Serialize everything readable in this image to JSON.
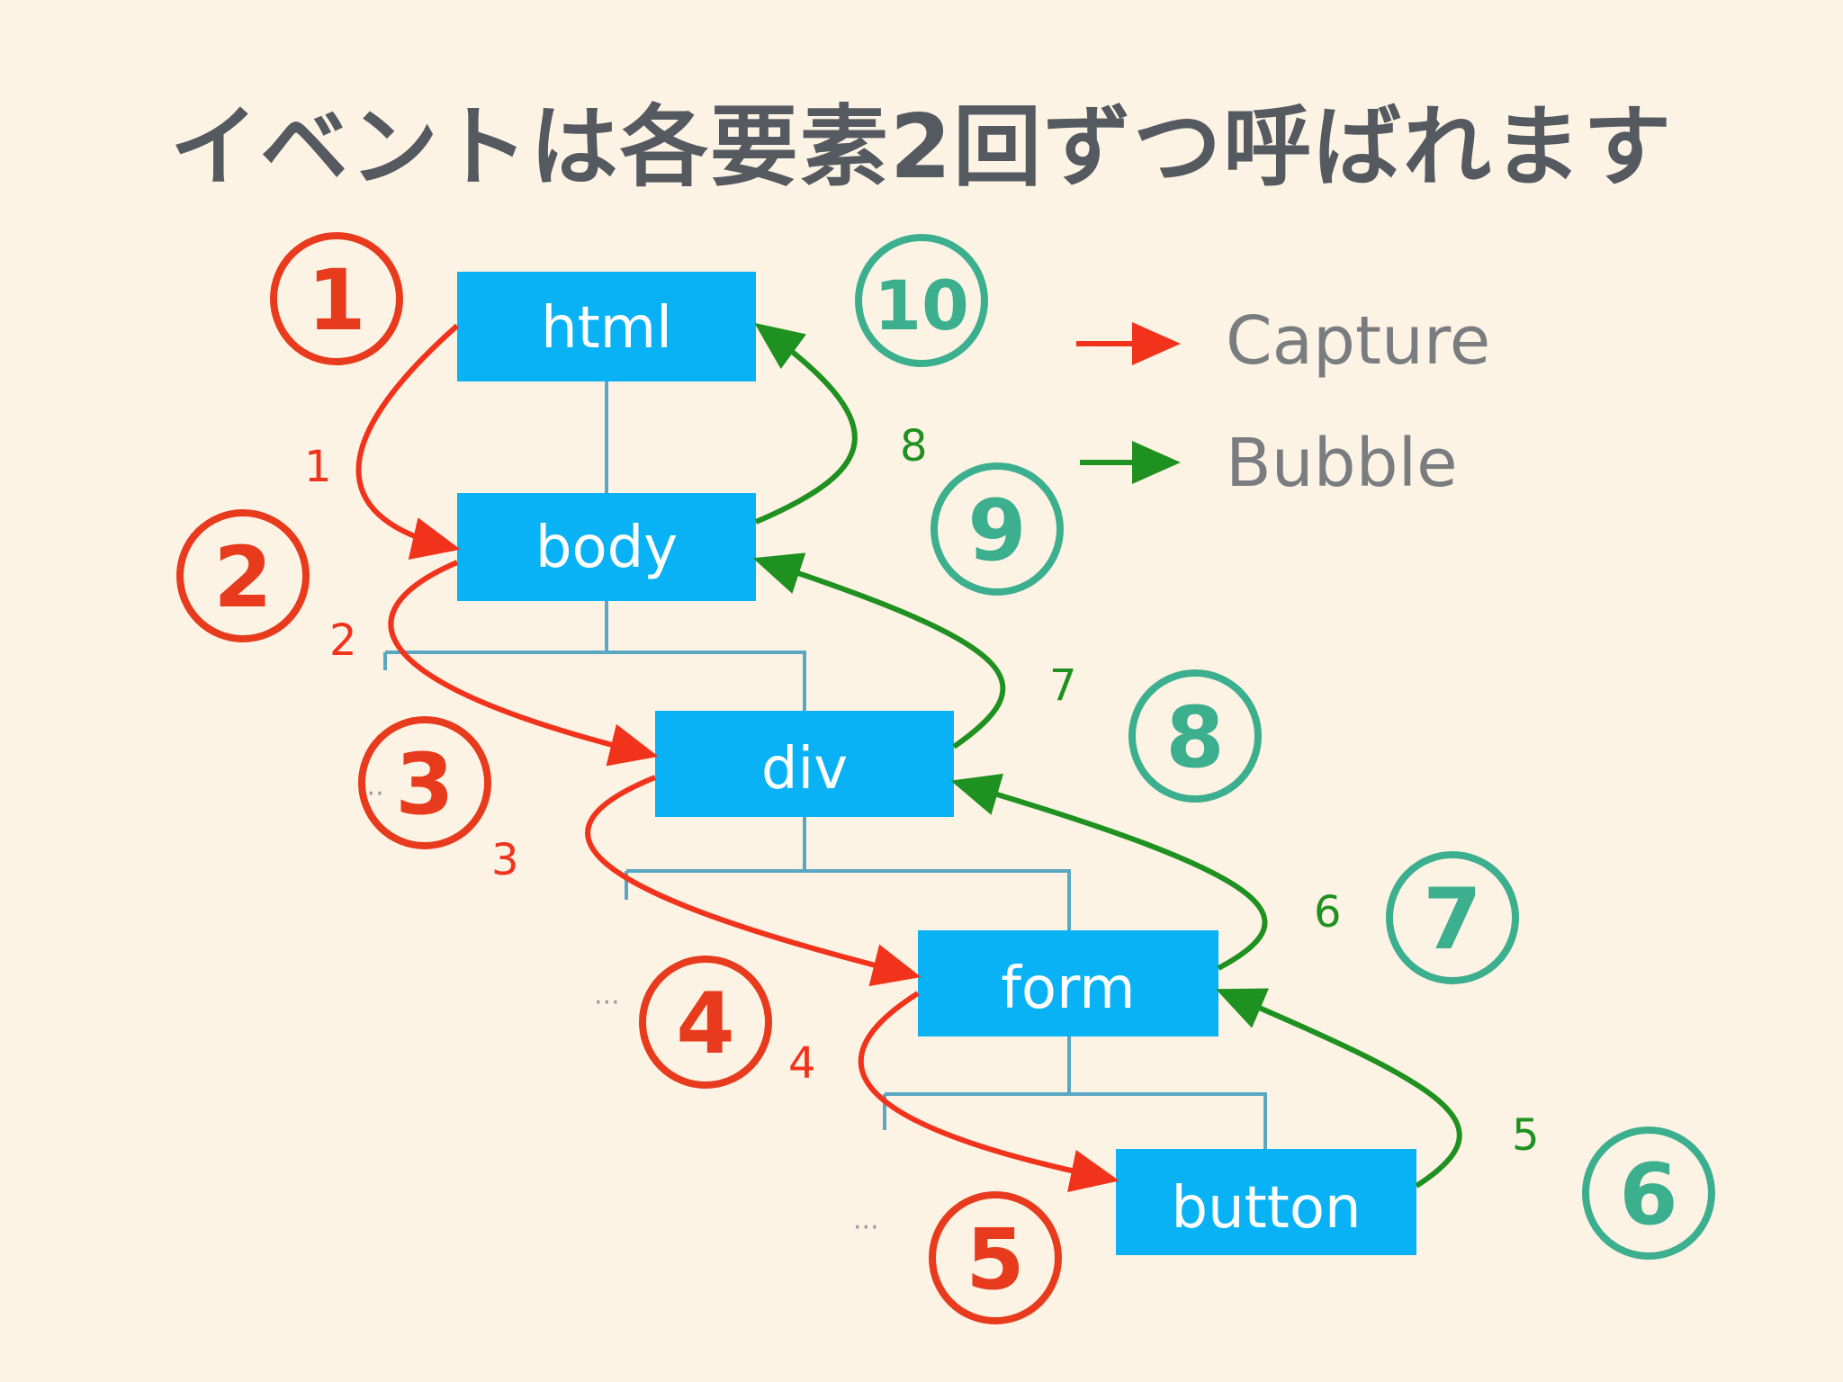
{
  "title": "イベントは各要素2回ずつ呼ばれます",
  "nodes": [
    "html",
    "body",
    "div",
    "form",
    "button"
  ],
  "capture_edge_numbers": [
    "1",
    "2",
    "3",
    "4"
  ],
  "bubble_edge_numbers": [
    "5",
    "6",
    "7",
    "8"
  ],
  "capture_step_labels": [
    "1",
    "2",
    "3",
    "4",
    "5"
  ],
  "bubble_step_labels": [
    "6",
    "7",
    "8",
    "9",
    "10"
  ],
  "legend": {
    "capture": "Capture",
    "bubble": "Bubble"
  },
  "colors": {
    "node": "#08b2f4",
    "tree_line": "#5aa7c4",
    "capture": "#f1331c",
    "bubble": "#1f9120",
    "capture_step": "#e83a1c",
    "bubble_step": "#3caf8e"
  }
}
